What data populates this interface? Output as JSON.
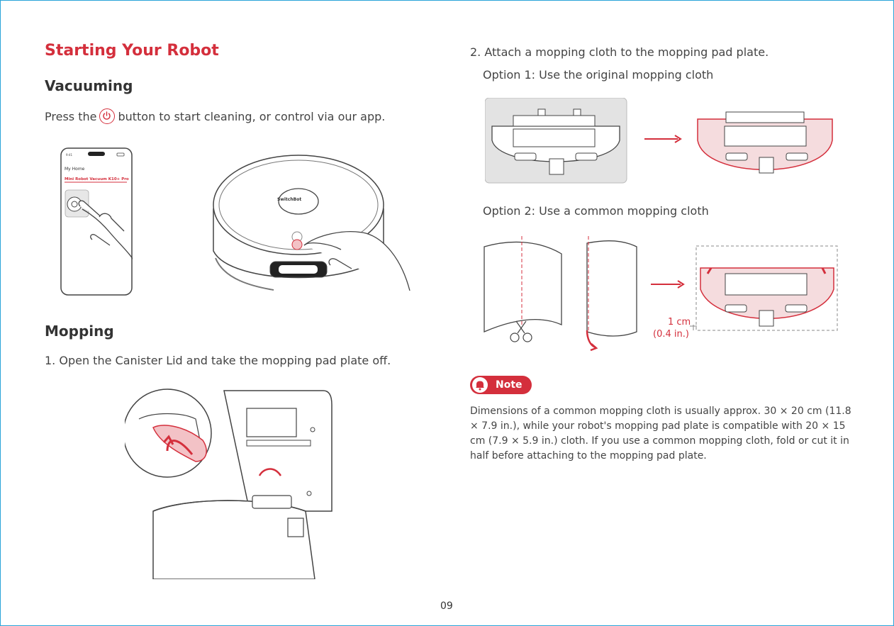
{
  "left": {
    "title": "Starting Your Robot",
    "vacuuming_heading": "Vacuuming",
    "vacuuming_text_before": "Press the",
    "vacuuming_text_after": "button to start cleaning, or control via our app.",
    "phone": {
      "my_home": "My Home",
      "device_name": "Mini Robot Vacuum K10+ Pro",
      "robot_brand": "SwitchBot"
    },
    "mopping_heading": "Mopping",
    "mopping_step1": "1. Open the Canister Lid and take the mopping pad plate off."
  },
  "right": {
    "step2": "2. Attach a mopping cloth to the mopping pad plate.",
    "option1": "Option 1: Use the original mopping cloth",
    "option2": "Option 2: Use a common mopping cloth",
    "measure_cm": "1 cm",
    "measure_in": "(0.4 in.)",
    "note_label": "Note",
    "note_text": "Dimensions of a common mopping cloth is usually approx. 30 × 20 cm (11.8 × 7.9 in.), while your robot's mopping pad plate is compatible with 20 × 15 cm (7.9 × 5.9 in.) cloth. If you use a common mopping cloth, fold or cut it in half before attaching to the mopping pad plate."
  },
  "page_number": "09",
  "colors": {
    "accent": "#d42f3c",
    "frame": "#2aa4d8",
    "text": "#333333"
  }
}
